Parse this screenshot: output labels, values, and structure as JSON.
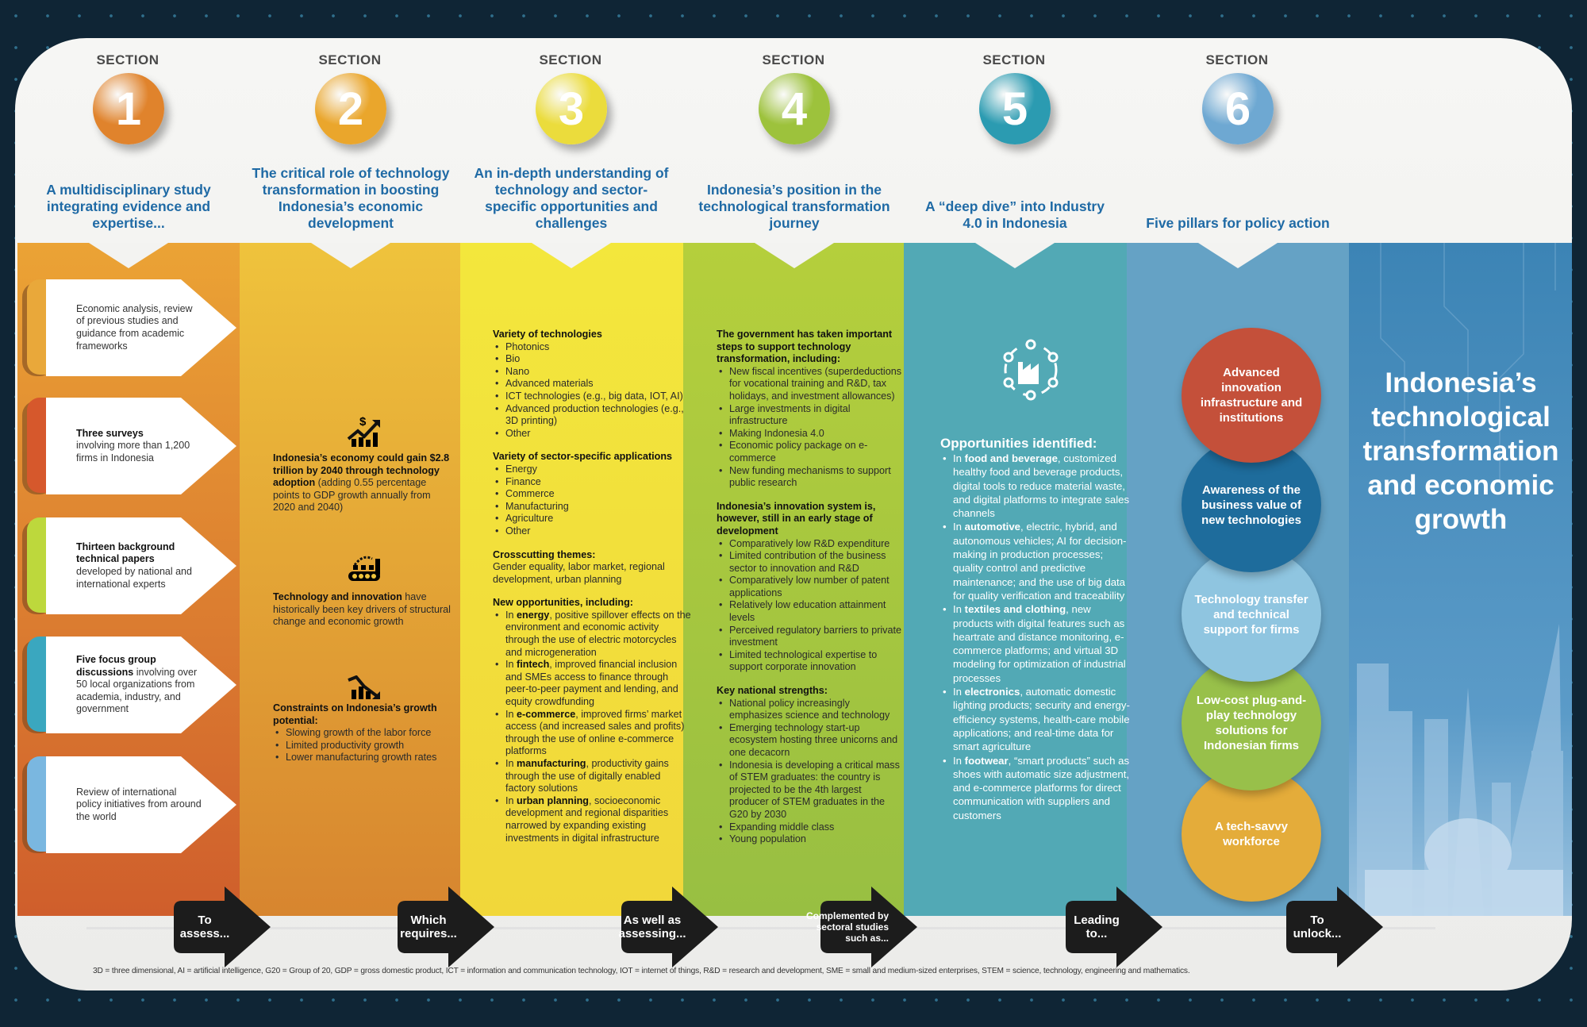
{
  "header": {
    "sections": [
      {
        "label": "SECTION",
        "number": "1",
        "color": "#e0832c",
        "title": "A multidisciplinary study integrating evidence and expertise..."
      },
      {
        "label": "SECTION",
        "number": "2",
        "color": "#eaa62c",
        "title": "The critical role of technology transformation in boosting Indonesia’s economic development"
      },
      {
        "label": "SECTION",
        "number": "3",
        "color": "#ebdc3c",
        "title": "An in-depth understanding of technology and sector-specific opportunities and challenges"
      },
      {
        "label": "SECTION",
        "number": "4",
        "color": "#9dc23c",
        "title": "Indonesia’s position in the technological transformation journey"
      },
      {
        "label": "SECTION",
        "number": "5",
        "color": "#2b9bb1",
        "title": "A “deep dive” into Industry 4.0 in Indonesia"
      },
      {
        "label": "SECTION",
        "number": "6",
        "color": "#6ea8d2",
        "title": "Five pillars for policy action"
      }
    ]
  },
  "col1": {
    "items": [
      {
        "bold": "",
        "rest": "Economic analysis, review of previous studies and guidance from academic frameworks",
        "stripe": "#e9a83a"
      },
      {
        "bold": "Three surveys",
        "rest": "involving more than 1,200 firms in Indonesia",
        "stripe": "#d6582c"
      },
      {
        "bold": "Thirteen background technical papers",
        "rest": "developed by national and international experts",
        "stripe": "#bdd83c"
      },
      {
        "bold": "Five focus group discussions",
        "rest": " involving over 50 local organizations from academia, industry, and government",
        "stripe": "#3aa7bf"
      },
      {
        "bold": "",
        "rest": "Review of international policy initiatives from around the world",
        "stripe": "#7ab7e0"
      }
    ]
  },
  "col2": {
    "gain": {
      "icon": "growth-dollar-icon",
      "bold": "Indonesia’s economy could gain $2.8 trillion by 2040 through technology adoption",
      "rest": " (adding 0.55 percentage points to GDP growth annually from 2020 and 2040)"
    },
    "drivers": {
      "icon": "conveyor-robot-icon",
      "bold": "Technology and innovation",
      "rest": " have historically been key drivers of structural change and economic growth"
    },
    "constraints": {
      "icon": "declining-chart-icon",
      "heading": "Constraints on Indonesia’s growth potential:",
      "bullets": [
        "Slowing growth of the labor force",
        "Limited productivity growth",
        "Lower manufacturing growth rates"
      ]
    }
  },
  "col3": {
    "groups": [
      {
        "heading": "Variety of technologies",
        "bullets": [
          {
            "t": "Photonics"
          },
          {
            "t": "Bio"
          },
          {
            "t": "Nano"
          },
          {
            "t": "Advanced materials"
          },
          {
            "t": "ICT technologies (e.g., big data, IOT, AI)"
          },
          {
            "t": "Advanced production technologies (e.g., 3D printing)"
          },
          {
            "t": "Other"
          }
        ]
      },
      {
        "heading": "Variety of sector-specific applications",
        "bullets": [
          {
            "t": "Energy"
          },
          {
            "t": "Finance"
          },
          {
            "t": "Commerce"
          },
          {
            "t": "Manufacturing"
          },
          {
            "t": "Agriculture"
          },
          {
            "t": "Other"
          }
        ]
      },
      {
        "heading": "Crosscutting themes:",
        "text": "Gender equality, labor market, regional development, urban planning"
      },
      {
        "heading": "New opportunities, including:",
        "bullets": [
          {
            "p": "In ",
            "b": "energy",
            "t": ", positive spillover effects on the environment and economic activity through the use of electric motorcycles and microgeneration"
          },
          {
            "p": "In ",
            "b": "fintech",
            "t": ", improved financial inclusion and SMEs access to finance through peer-to-peer payment and lending, and equity crowdfunding"
          },
          {
            "p": "In ",
            "b": "e-commerce",
            "t": ", improved firms’ market access (and increased sales and profits) through the use of online e-commerce platforms"
          },
          {
            "p": "In ",
            "b": "manufacturing",
            "t": ", productivity gains through the use of digitally enabled factory solutions"
          },
          {
            "p": "In ",
            "b": "urban planning",
            "t": ", socioeconomic development and regional disparities narrowed by expanding existing investments in digital infrastructure"
          }
        ]
      }
    ]
  },
  "col4": {
    "groups": [
      {
        "heading": "The government has taken important steps to support technology transformation, including:",
        "bullets": [
          {
            "t": "New fiscal incentives (superdeductions for vocational training and R&D, tax holidays, and investment allowances)"
          },
          {
            "t": "Large investments in digital infrastructure"
          },
          {
            "t": "Making Indonesia 4.0"
          },
          {
            "t": "Economic policy package on e-commerce"
          },
          {
            "t": "New funding mechanisms to support public research"
          }
        ]
      },
      {
        "heading": "Indonesia’s innovation system is, however, still in an early stage of development",
        "bullets": [
          {
            "t": "Comparatively low R&D expenditure"
          },
          {
            "t": "Limited contribution of the business sector to innovation and R&D"
          },
          {
            "t": "Comparatively low number of patent applications"
          },
          {
            "t": "Relatively low education attainment levels"
          },
          {
            "t": "Perceived regulatory barriers to private investment"
          },
          {
            "t": "Limited technological expertise to support corporate innovation"
          }
        ]
      },
      {
        "heading": "Key national strengths:",
        "bullets": [
          {
            "t": "National policy increasingly emphasizes science and technology"
          },
          {
            "t": "Emerging technology start-up ecosystem hosting three unicorns and one decacorn"
          },
          {
            "t": "Indonesia is developing a critical mass of STEM graduates: the country is projected to be the 4th largest producer of STEM graduates in the G20 by 2030"
          },
          {
            "t": "Expanding middle class"
          },
          {
            "t": "Young population"
          }
        ]
      }
    ]
  },
  "col5": {
    "icon": "factory-network-icon",
    "groups": [
      {
        "heading": "Opportunities identified:",
        "bullets": [
          {
            "p": "In ",
            "b": "food and beverage",
            "t": ", customized healthy food and beverage products, digital tools to reduce material waste, and digital platforms to integrate sales channels"
          },
          {
            "p": "In ",
            "b": "automotive",
            "t": ", electric, hybrid, and autonomous vehicles; AI for decision-making in production processes; quality control and predictive maintenance; and the use of big data for quality verification and traceability"
          },
          {
            "p": "In ",
            "b": "textiles and clothing",
            "t": ", new products with digital features such as heartrate and distance monitoring, e-commerce platforms; and virtual 3D modeling for optimization of industrial processes"
          },
          {
            "p": "In ",
            "b": "electronics",
            "t": ", automatic domestic lighting products; security and energy-efficiency systems, health-care mobile applications; and real-time data for smart agriculture"
          },
          {
            "p": "In ",
            "b": "footwear",
            "t": ", “smart products” such as shoes with automatic size adjustment, and e-commerce platforms for direct communication with suppliers and customers"
          }
        ]
      }
    ]
  },
  "col6": {
    "pillars": [
      {
        "label": "Advanced innovation infrastructure and institutions",
        "color": "#c4503a"
      },
      {
        "label": "Awareness of the business value of new technologies",
        "color": "#1e6c9c"
      },
      {
        "label": "Technology transfer and technical support for firms",
        "color": "#8fc5e0"
      },
      {
        "label": "Low-cost plug-and-play technology solutions for Indonesian firms",
        "color": "#98c04a"
      },
      {
        "label": "A tech-savvy workforce",
        "color": "#e4ac3a"
      }
    ]
  },
  "panel": {
    "title": "Indonesia’s technological transformation and economic growth"
  },
  "connectors": [
    "To assess...",
    "Which requires...",
    "As well as assessing...",
    "Complemented by sectoral studies such as...",
    "Leading to...",
    "To unlock..."
  ],
  "footnote": "3D = three dimensional, AI = artificial intelligence, G20 = Group of 20, GDP = gross domestic product, ICT = information and communication technology, IOT = internet of things, R&D = research and development, SME = small and medium-sized enterprises, STEM = science, technology, engineering and mathematics."
}
